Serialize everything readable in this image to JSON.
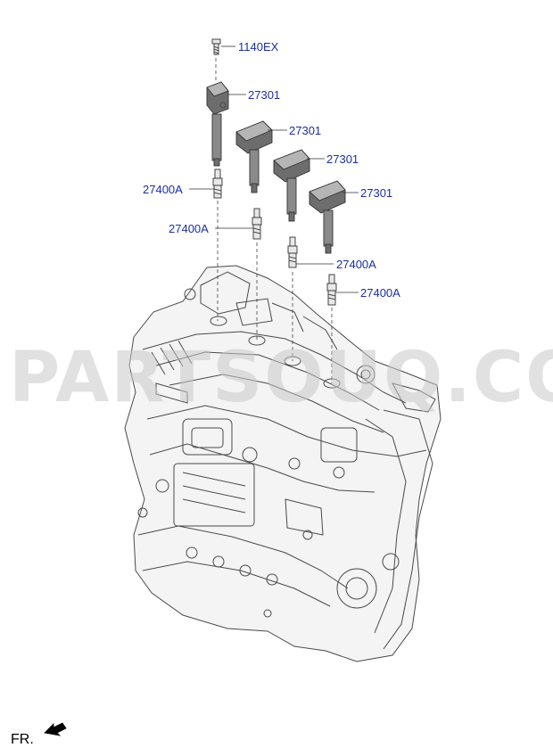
{
  "labels": {
    "bolt": "1140EX",
    "coil_1": "27301",
    "coil_2": "27301",
    "coil_3": "27301",
    "coil_4": "27301",
    "plug_1": "27400A",
    "plug_2": "27400A",
    "plug_3": "27400A",
    "plug_4": "27400A"
  },
  "watermark": "PARTSOUQ.COM",
  "orientation": {
    "text": "FR.",
    "icon": "front-arrow-icon"
  },
  "colors": {
    "label": "#1a2ea8",
    "watermark": "#c9c9c9"
  }
}
